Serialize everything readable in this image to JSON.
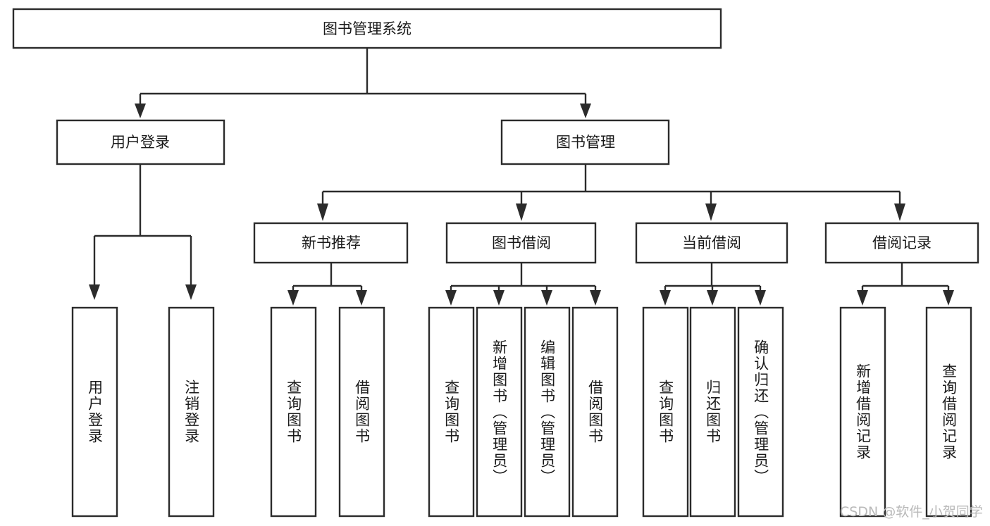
{
  "diagram": {
    "type": "tree-hierarchy",
    "title_node": {
      "id": "root",
      "label": "图书管理系统"
    },
    "level2": [
      {
        "id": "login",
        "label": "用户登录"
      },
      {
        "id": "bookmgmt",
        "label": "图书管理"
      }
    ],
    "level3": [
      {
        "id": "newbook",
        "label": "新书推荐",
        "parent": "bookmgmt"
      },
      {
        "id": "borrow",
        "label": "图书借阅",
        "parent": "bookmgmt"
      },
      {
        "id": "current",
        "label": "当前借阅",
        "parent": "bookmgmt"
      },
      {
        "id": "record",
        "label": "借阅记录",
        "parent": "bookmgmt"
      }
    ],
    "leaves": [
      {
        "id": "leaf-1",
        "label": "用户登录",
        "parent": "login"
      },
      {
        "id": "leaf-2",
        "label": "注销登录",
        "parent": "login"
      },
      {
        "id": "leaf-3",
        "label": "查询图书",
        "parent": "newbook"
      },
      {
        "id": "leaf-4",
        "label": "借阅图书",
        "parent": "newbook"
      },
      {
        "id": "leaf-5",
        "label": "查询图书",
        "parent": "borrow"
      },
      {
        "id": "leaf-6",
        "label": "新增图书（管理员）",
        "parent": "borrow"
      },
      {
        "id": "leaf-7",
        "label": "编辑图书（管理员）",
        "parent": "borrow"
      },
      {
        "id": "leaf-8",
        "label": "借阅图书",
        "parent": "borrow"
      },
      {
        "id": "leaf-9",
        "label": "查询图书",
        "parent": "current"
      },
      {
        "id": "leaf-10",
        "label": "归还图书",
        "parent": "current"
      },
      {
        "id": "leaf-11",
        "label": "确认归还（管理员）",
        "parent": "current"
      },
      {
        "id": "leaf-12",
        "label": "新增借阅记录",
        "parent": "record"
      },
      {
        "id": "leaf-13",
        "label": "查询借阅记录",
        "parent": "record"
      }
    ],
    "colors": {
      "stroke": "#2b2b2b",
      "fill": "#ffffff",
      "text": "#1a1a1a",
      "watermark": "#b9b9b9"
    }
  },
  "watermark": {
    "text": "CSDN @软件_小贺同学"
  }
}
